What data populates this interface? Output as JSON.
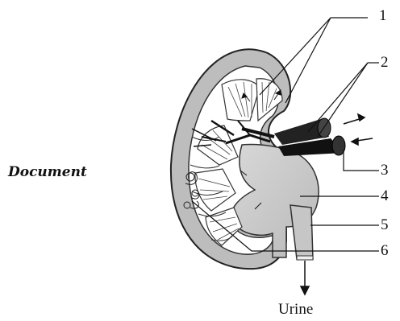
{
  "side_label": "Document",
  "callouts": [
    "1",
    "2",
    "3",
    "4",
    "5",
    "6"
  ],
  "bottom_label": "Urine"
}
